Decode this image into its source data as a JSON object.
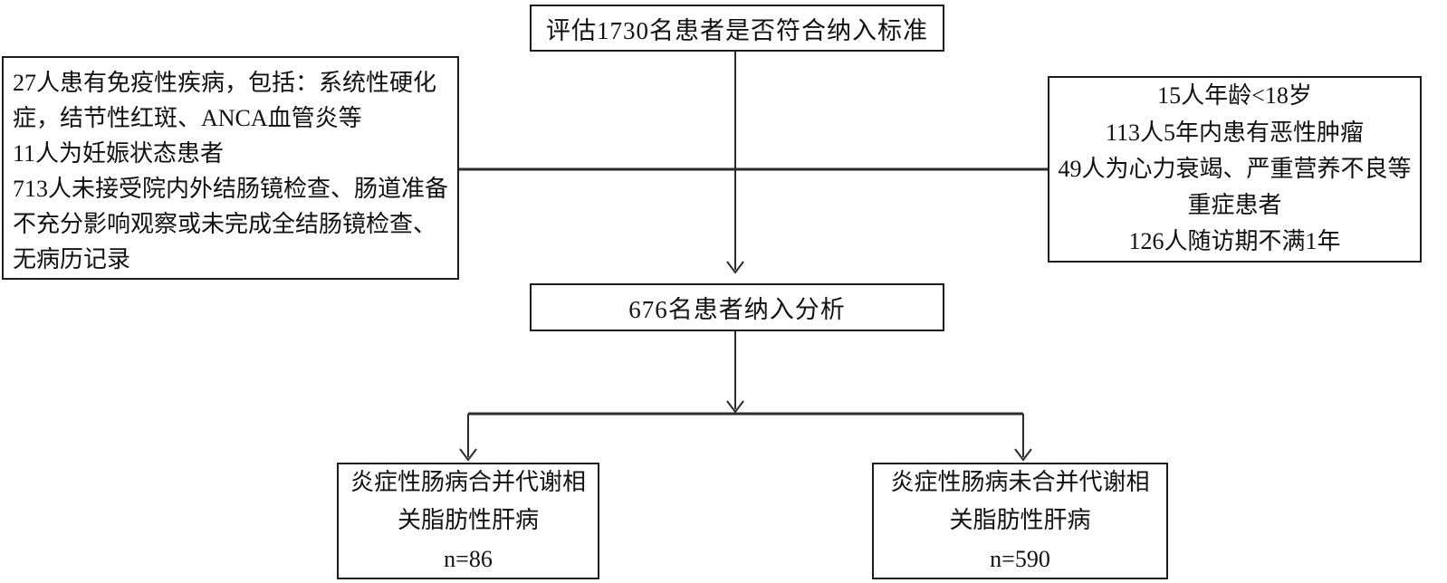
{
  "diagram": {
    "title_hint": "patient-inclusion-flowchart",
    "colors": {
      "border": "#1c1c1c",
      "line": "#2b2b2b",
      "text": "#111111",
      "background": "#ffffff"
    },
    "assessed_box": {
      "text": "评估1730名患者是否符合纳入标准"
    },
    "left_exclusion_box": {
      "items": [
        "27人患有免疫性疾病，包括：系统性硬化症，结节性红斑、ANCA血管炎等",
        "11人为妊娠状态患者",
        "713人未接受院内外结肠镜检查、肠道准备不充分影响观察或未完成全结肠镜检查、无病历记录"
      ]
    },
    "right_exclusion_box": {
      "items": [
        "15人年龄<18岁",
        "113人5年内患有恶性肿瘤",
        "49人为心力衰竭、严重营养不良等重症患者",
        "126人随访期不满1年"
      ]
    },
    "included_box": {
      "text": "676名患者纳入分析"
    },
    "outcome_left_box": {
      "title": "炎症性肠病合并代谢相关脂肪性肝病",
      "count": "n=86"
    },
    "outcome_right_box": {
      "title": "炎症性肠病未合并代谢相关脂肪性肝病",
      "count": "n=590"
    }
  }
}
